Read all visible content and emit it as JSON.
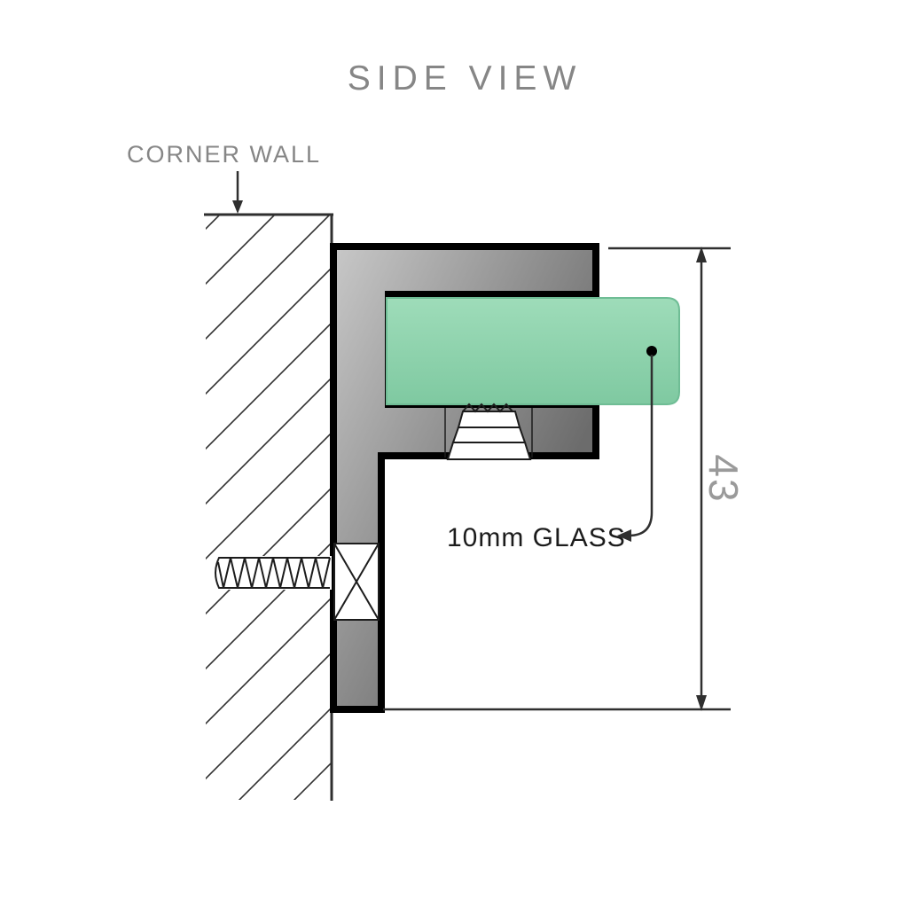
{
  "title": "SIDE VIEW",
  "labels": {
    "wall": "CORNER WALL",
    "glass": "10mm GLASS",
    "dimension": "43"
  },
  "colors": {
    "glass_green_light": "#9EDCB9",
    "glass_green": "#7FC9A1",
    "glass_edge": "#6FBD95",
    "metal_light": "#C8C8C8",
    "metal_dark": "#6C6C6C",
    "outline": "#000000",
    "label_gray": "#868686",
    "dim_gray": "#9A9A9A",
    "text_dark": "#1C1C1C",
    "line": "#2F2F2F"
  }
}
